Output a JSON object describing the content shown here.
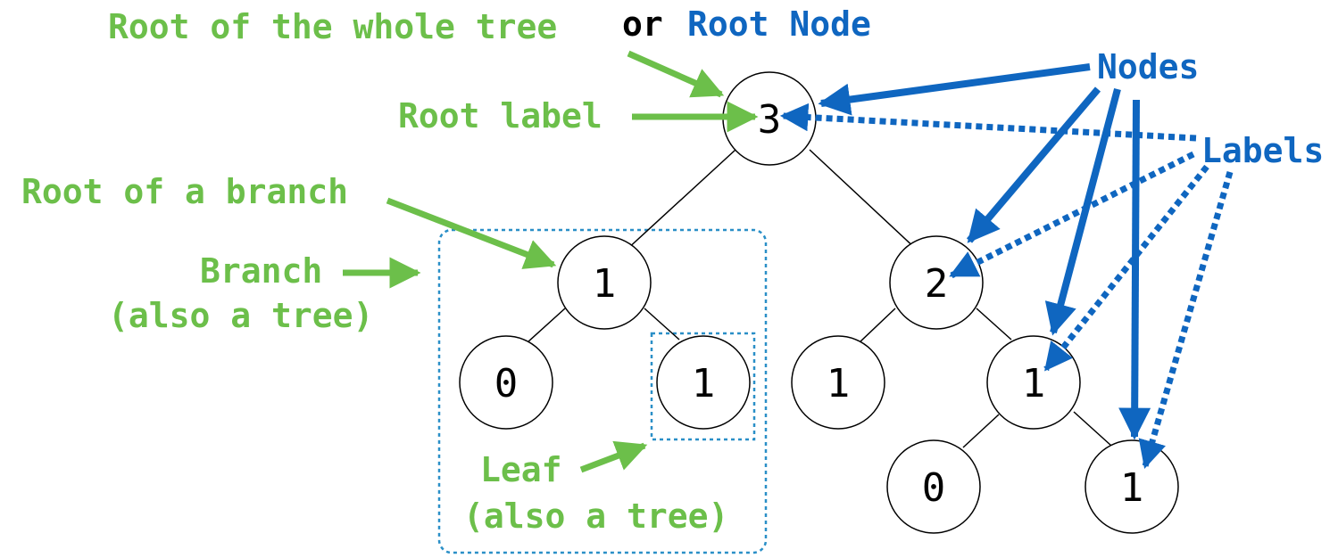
{
  "annotations": {
    "root_whole_tree": "Root of the whole tree",
    "or_word": "or",
    "root_node": "Root Node",
    "root_label": "Root label",
    "root_of_branch": "Root of a branch",
    "branch": "Branch",
    "branch_sub": "(also a tree)",
    "leaf": "Leaf",
    "leaf_sub": "(also a tree)",
    "nodes": "Nodes",
    "labels": "Labels"
  },
  "tree": {
    "nodes": [
      {
        "id": "n3",
        "label": "3"
      },
      {
        "id": "n1a",
        "label": "1"
      },
      {
        "id": "n2",
        "label": "2"
      },
      {
        "id": "n0a",
        "label": "0"
      },
      {
        "id": "n1b",
        "label": "1"
      },
      {
        "id": "n1c",
        "label": "1"
      },
      {
        "id": "n1d",
        "label": "1"
      },
      {
        "id": "n0b",
        "label": "0"
      },
      {
        "id": "n1e",
        "label": "1"
      }
    ]
  },
  "colors": {
    "green": "#6cbf4a",
    "blue": "#0f66c0",
    "dashed_box": "#2a8fc7"
  }
}
